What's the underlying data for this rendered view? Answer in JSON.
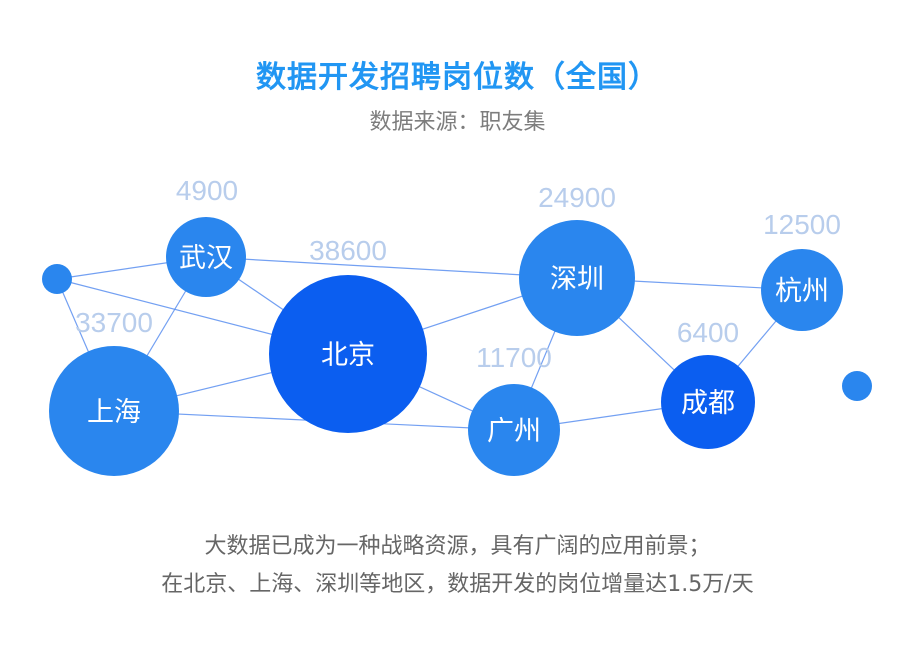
{
  "title": "数据开发招聘岗位数（全国）",
  "subtitle": "数据来源：职友集",
  "caption_line1": "大数据已成为一种战略资源，具有广阔的应用前景；",
  "caption_line2": "在北京、上海、深圳等地区，数据开发的岗位增量达1.5万/天",
  "colors": {
    "line": "#5b8ff0",
    "count": "#b8cdec",
    "title": "#2196f3"
  },
  "cities": [
    {
      "id": "wuhan",
      "name": "武汉",
      "count": "4900",
      "color": "#2a86ee"
    },
    {
      "id": "beijing",
      "name": "北京",
      "count": "38600",
      "color": "#0b5ef0"
    },
    {
      "id": "shanghai",
      "name": "上海",
      "count": "33700",
      "color": "#2a86ee"
    },
    {
      "id": "shenzhen",
      "name": "深圳",
      "count": "24900",
      "color": "#2a86ee"
    },
    {
      "id": "guangzhou",
      "name": "广州",
      "count": "11700",
      "color": "#2a86ee"
    },
    {
      "id": "hangzhou",
      "name": "杭州",
      "count": "12500",
      "color": "#2a86ee"
    },
    {
      "id": "chengdu",
      "name": "成都",
      "count": "6400",
      "color": "#0b5ef0"
    }
  ],
  "decor_nodes": [
    {
      "id": "dot-left",
      "color": "#2a86ee"
    },
    {
      "id": "dot-right",
      "color": "#2a86ee"
    }
  ],
  "links": [
    [
      "dot-left",
      "wuhan"
    ],
    [
      "dot-left",
      "beijing"
    ],
    [
      "dot-left",
      "shanghai"
    ],
    [
      "wuhan",
      "beijing"
    ],
    [
      "wuhan",
      "shanghai"
    ],
    [
      "wuhan",
      "shenzhen"
    ],
    [
      "beijing",
      "shanghai"
    ],
    [
      "beijing",
      "shenzhen"
    ],
    [
      "beijing",
      "guangzhou"
    ],
    [
      "shanghai",
      "guangzhou"
    ],
    [
      "shenzhen",
      "guangzhou"
    ],
    [
      "shenzhen",
      "hangzhou"
    ],
    [
      "shenzhen",
      "chengdu"
    ],
    [
      "guangzhou",
      "chengdu"
    ],
    [
      "chengdu",
      "hangzhou"
    ]
  ]
}
